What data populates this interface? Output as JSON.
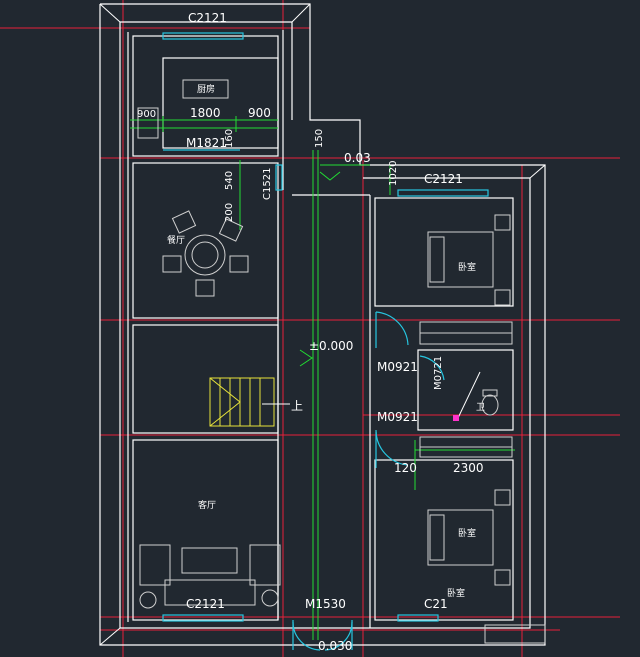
{
  "plan": {
    "windows": {
      "top": "C2121",
      "right_top": "C2121",
      "bottom_left": "C2121",
      "bottom_right": "C21",
      "kitchen_side": "C1521"
    },
    "doors": {
      "kitchen": "M1821",
      "entrance": "M1530",
      "bed1": "M0921",
      "bath": "M0921",
      "bath_inner": "M0721"
    },
    "dims": {
      "kitchen_left": "900",
      "kitchen_mid": "1800",
      "kitchen_right": "900",
      "d_160": "160",
      "d_540": "540",
      "d_200": "200",
      "d_120": "120",
      "d_2300": "2300",
      "d_1020": "1020",
      "d_150": "150"
    },
    "levels": {
      "main": "±0.000",
      "step": "0.03",
      "entry": "0.030"
    },
    "rooms": {
      "kitchen": "厨房",
      "dining": "餐厅",
      "living": "客厅",
      "bedroom1": "卧室",
      "bath": "卫",
      "bedroom2": "卧室",
      "bedroom3": "卧室"
    },
    "stair_label": "上"
  }
}
